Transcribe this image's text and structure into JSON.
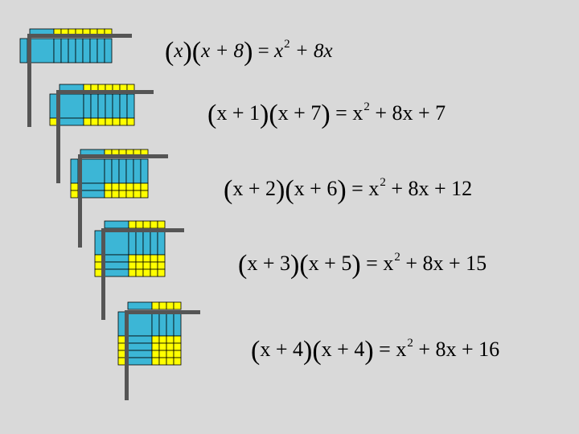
{
  "colors": {
    "background": "#d9d9d9",
    "x_squared_tile": "#3cb6d6",
    "x_tile": "#3cb6d6",
    "unit_tile": "#ffff00",
    "tile_outline": "#000000",
    "frame": "#555555"
  },
  "models": [
    {
      "a": 0,
      "b": 8
    },
    {
      "a": 1,
      "b": 7
    },
    {
      "a": 2,
      "b": 6
    },
    {
      "a": 3,
      "b": 5
    },
    {
      "a": 4,
      "b": 4
    }
  ],
  "equations": [
    {
      "f1": "x",
      "f2": "x + 8",
      "lhs_sep": "=",
      "rhs_var": "x",
      "exp": "2",
      "rhs_rest": "+ 8x"
    },
    {
      "f1": "x + 1",
      "f2": "x + 7",
      "lhs_sep": "=",
      "rhs_var": "x",
      "exp": "2",
      "rhs_rest": "+ 8x + 7"
    },
    {
      "f1": "x + 2",
      "f2": "x + 6",
      "lhs_sep": "=",
      "rhs_var": "x",
      "exp": "2",
      "rhs_rest": "+ 8x + 12"
    },
    {
      "f1": "x + 3",
      "f2": "x + 5",
      "lhs_sep": "=",
      "rhs_var": "x",
      "exp": "2",
      "rhs_rest": "+ 8x + 15"
    },
    {
      "f1": "x + 4",
      "f2": "x + 4",
      "lhs_sep": "=",
      "rhs_var": "x",
      "exp": "2",
      "rhs_rest": "+ 8x + 16"
    }
  ]
}
